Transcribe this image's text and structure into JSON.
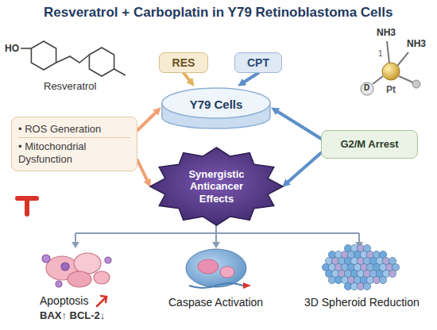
{
  "diagram": {
    "title": "Resveratrol + Carboplatin in Y79 Retinoblastoma Cells",
    "nodes": [
      {
        "text": [
          "RES"
        ]
      },
      {
        "text": [
          "CPT"
        ]
      },
      {
        "text": [
          "Y79 Cells"
        ]
      },
      {
        "text": [
          "• ROS Generation",
          "• Mitochondrial Dysfunction"
        ]
      },
      {
        "text": [
          "G2/M Arrest"
        ]
      },
      {
        "text": [
          "Synergistic Anticancer Effects"
        ]
      }
    ],
    "edges": [
      {
        "from": 0,
        "to": 2,
        "arrow": "to"
      },
      {
        "from": 1,
        "to": 2,
        "arrow": "to"
      },
      {
        "from": 3,
        "to": 2,
        "arrow": "to"
      },
      {
        "from": 3,
        "to": 5,
        "arrow": "to"
      },
      {
        "from": 4,
        "to": 2,
        "arrow": "to"
      },
      {
        "from": 4,
        "to": 5,
        "arrow": "to"
      }
    ],
    "labels": [
      "HO",
      "Resveratrol",
      "NH3",
      "NH3",
      "1",
      "D",
      "Pt",
      "Apoptosis",
      "BAX↑ BCL-2↓",
      "Caspase Activation",
      "3D Spheroid Reduction"
    ]
  }
}
